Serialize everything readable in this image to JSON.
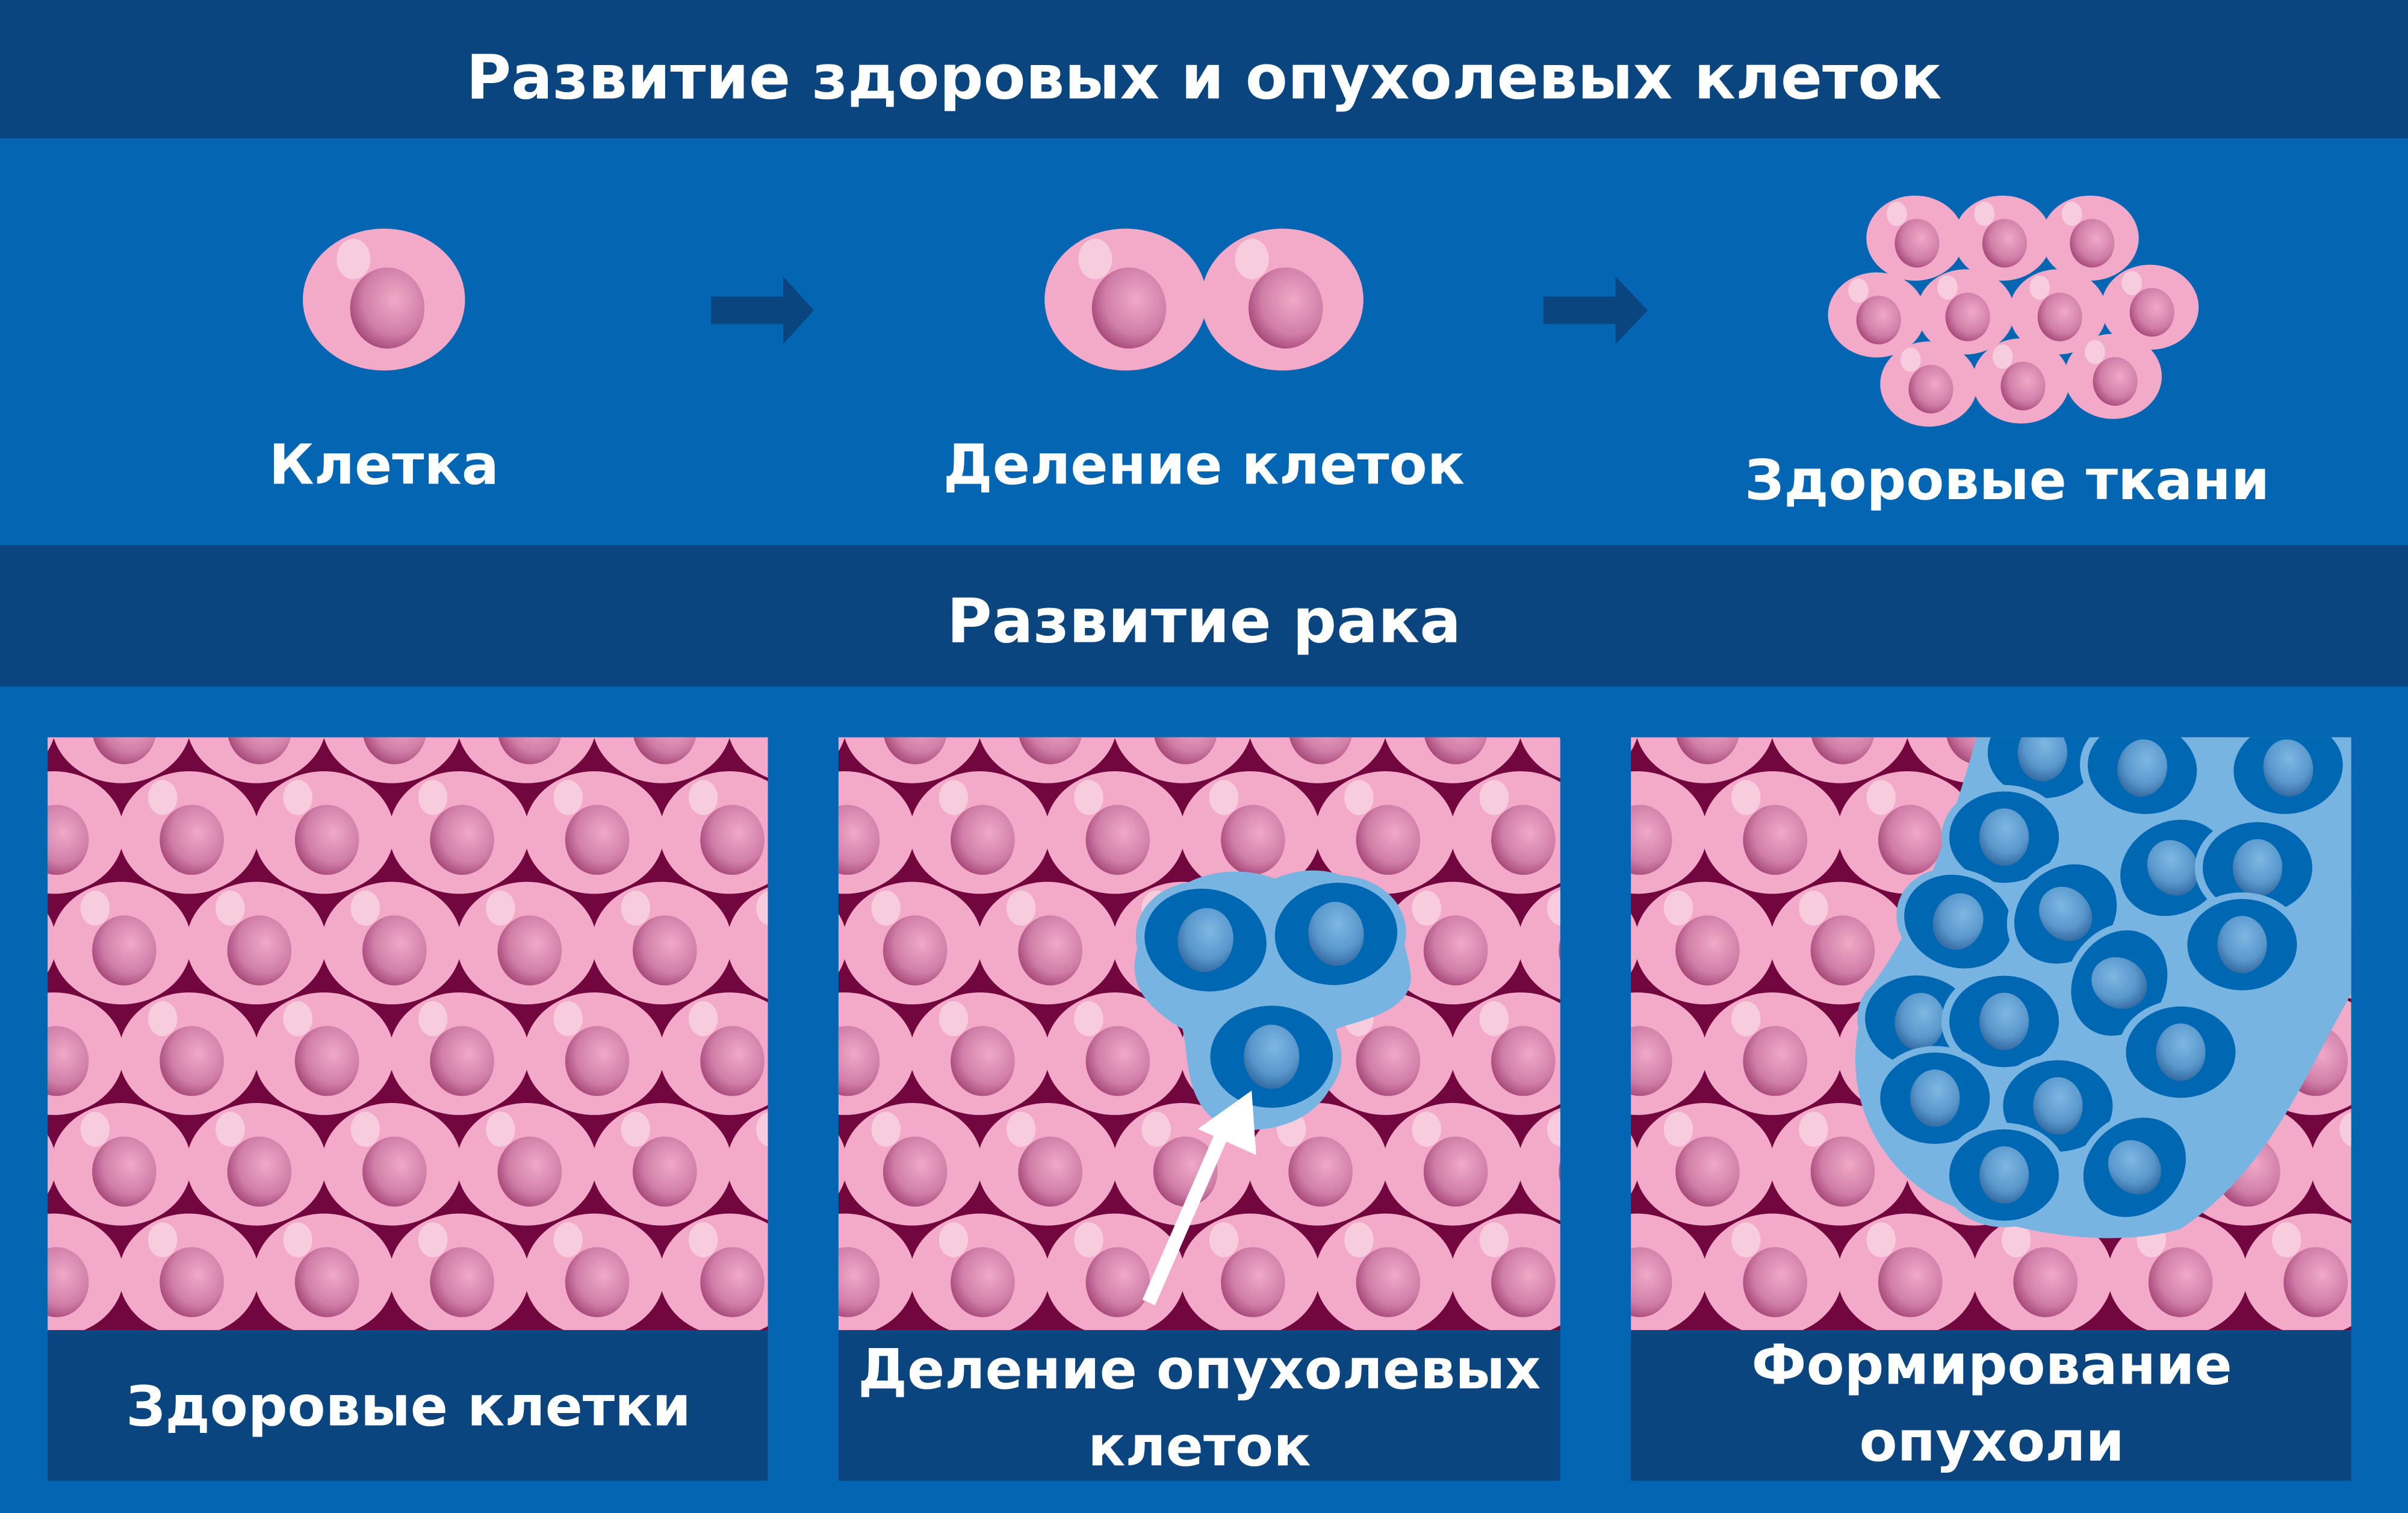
{
  "header": {
    "title": "Развитие здоровых и опухолевых клеток"
  },
  "healthy_row": {
    "stages": [
      {
        "label": "Клетка"
      },
      {
        "label": "Деление клеток"
      },
      {
        "label": "Здоровые ткани"
      }
    ]
  },
  "cancer_header": {
    "title": "Развитие рака"
  },
  "cancer_panels": [
    {
      "label_lines": [
        "Здоровые клетки"
      ]
    },
    {
      "label_lines": [
        "Деление опухолевых",
        "клеток"
      ]
    },
    {
      "label_lines": [
        "Формирование",
        "опухоли"
      ]
    }
  ],
  "colors": {
    "dark_blue": "#0B4580",
    "blue": "#0466B2",
    "pink": "#F2AAC8",
    "maroon": "#72063F",
    "light_blue": "#78B4E2",
    "tumor_blue": "#0068B3"
  }
}
